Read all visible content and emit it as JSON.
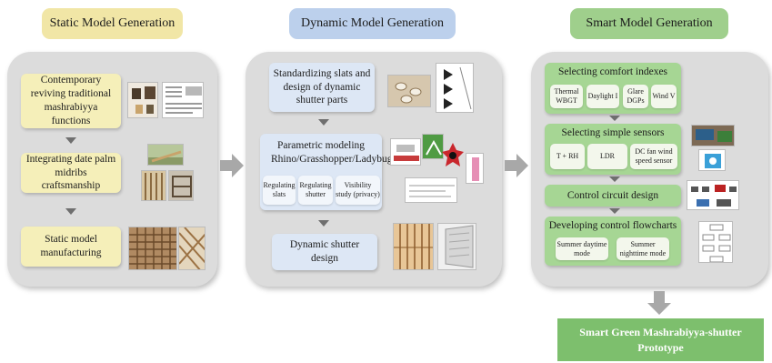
{
  "columns": {
    "static": {
      "header": "Static Model Generation",
      "steps": [
        "Contemporary reviving traditional mashrabiyya functions",
        "Integrating date palm midribs craftsmanship",
        "Static model manufacturing"
      ]
    },
    "dynamic": {
      "header": "Dynamic Model Generation",
      "steps": [
        "Standardizing slats and design of dynamic shutter parts",
        "Parametric modeling Rhino/Grasshopper/Ladybug",
        "Dynamic shutter design"
      ],
      "subitems": [
        "Regulating slats",
        "Regulating shutter",
        "Visibility study (privacy)"
      ]
    },
    "smart": {
      "header": "Smart Model Generation",
      "comfort": {
        "title": "Selecting comfort indexes",
        "items": [
          "Thermal WBGT",
          "Daylight I",
          "Glare DGPs",
          "Wind V"
        ]
      },
      "sensors": {
        "title": "Selecting simple sensors",
        "items": [
          "T + RH",
          "LDR",
          "DC fan wind speed sensor"
        ]
      },
      "control": "Control circuit design",
      "flowcharts": {
        "title": "Developing control flowcharts",
        "items": [
          "Summer daytime mode",
          "Summer nighttime mode"
        ]
      }
    }
  },
  "final": "Smart Green Mashrabiyya-shutter Prototype",
  "colors": {
    "yellow": "#f1e6a6",
    "blue": "#bcd0ec",
    "green": "#9fcf8c",
    "final": "#7dbf6d",
    "panel": "#dcdcdc"
  }
}
